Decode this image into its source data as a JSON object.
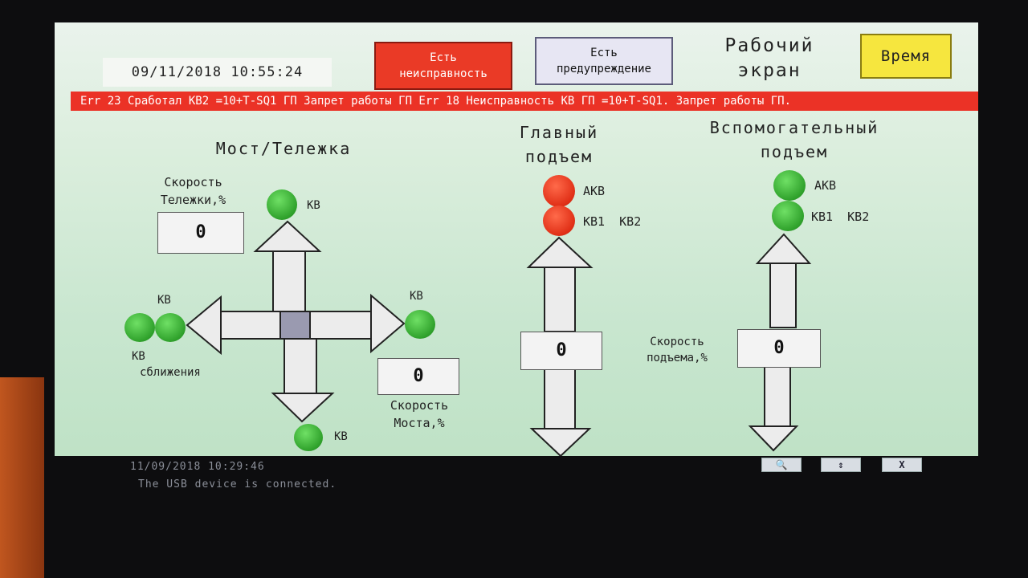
{
  "header": {
    "datetime": "09/11/2018  10:55:24",
    "fault_button": {
      "line1": "Есть",
      "line2": "неисправность"
    },
    "warning_button": {
      "line1": "Есть",
      "line2": "предупреждение"
    },
    "screen_title": {
      "line1": "Рабочий",
      "line2": "экран"
    },
    "time_button": "Время"
  },
  "error_bar": "Err 23 Сработал КВ2 =10+T-SQ1 ГП Запрет работы ГП  Err 18 Неисправность КВ ГП =10+T-SQ1. Запрет работы ГП.",
  "bridge": {
    "title": "Мост/Тележка",
    "trolley_speed_label": {
      "line1": "Скорость",
      "line2": "Тележки,%"
    },
    "trolley_speed_value": "0",
    "bridge_speed_value": "0",
    "bridge_speed_label": {
      "line1": "Скорость",
      "line2": "Моста,%"
    },
    "lamp_top_label": "КВ",
    "lamp_right_label": "КВ",
    "lamp_left_top_label": "КВ",
    "lamp_left_bottom_label": {
      "line1": "КВ",
      "line2": "сближения"
    },
    "lamp_bottom_label": "КВ"
  },
  "main_hoist": {
    "title": {
      "line1": "Главный",
      "line2": "подъем"
    },
    "lamp1_label": "АКВ",
    "lamp2_label": "КВ1  КВ2",
    "speed_value": "0",
    "lamp_colors": {
      "akv": "red",
      "kv12": "red"
    }
  },
  "hoist_speed_label": {
    "line1": "Скорость",
    "line2": "подъема,%"
  },
  "aux_hoist": {
    "title": {
      "line1": "Вспомогательный",
      "line2": "подъем"
    },
    "lamp1_label": "АКВ",
    "lamp2_label": "КВ1  КВ2",
    "speed_value": "0",
    "lamp_colors": {
      "akv": "green",
      "kv12": "green"
    }
  },
  "status_bar": {
    "timestamp": "11/09/2018 10:29:46",
    "message": "The USB device is connected.",
    "buttons": {
      "search": "🔍",
      "move": "⇕",
      "close": "X"
    }
  },
  "colors": {
    "fault": "#ea3a26",
    "time": "#f6e63e",
    "lamp_green": "#2fa12b",
    "lamp_red": "#e02f16"
  }
}
